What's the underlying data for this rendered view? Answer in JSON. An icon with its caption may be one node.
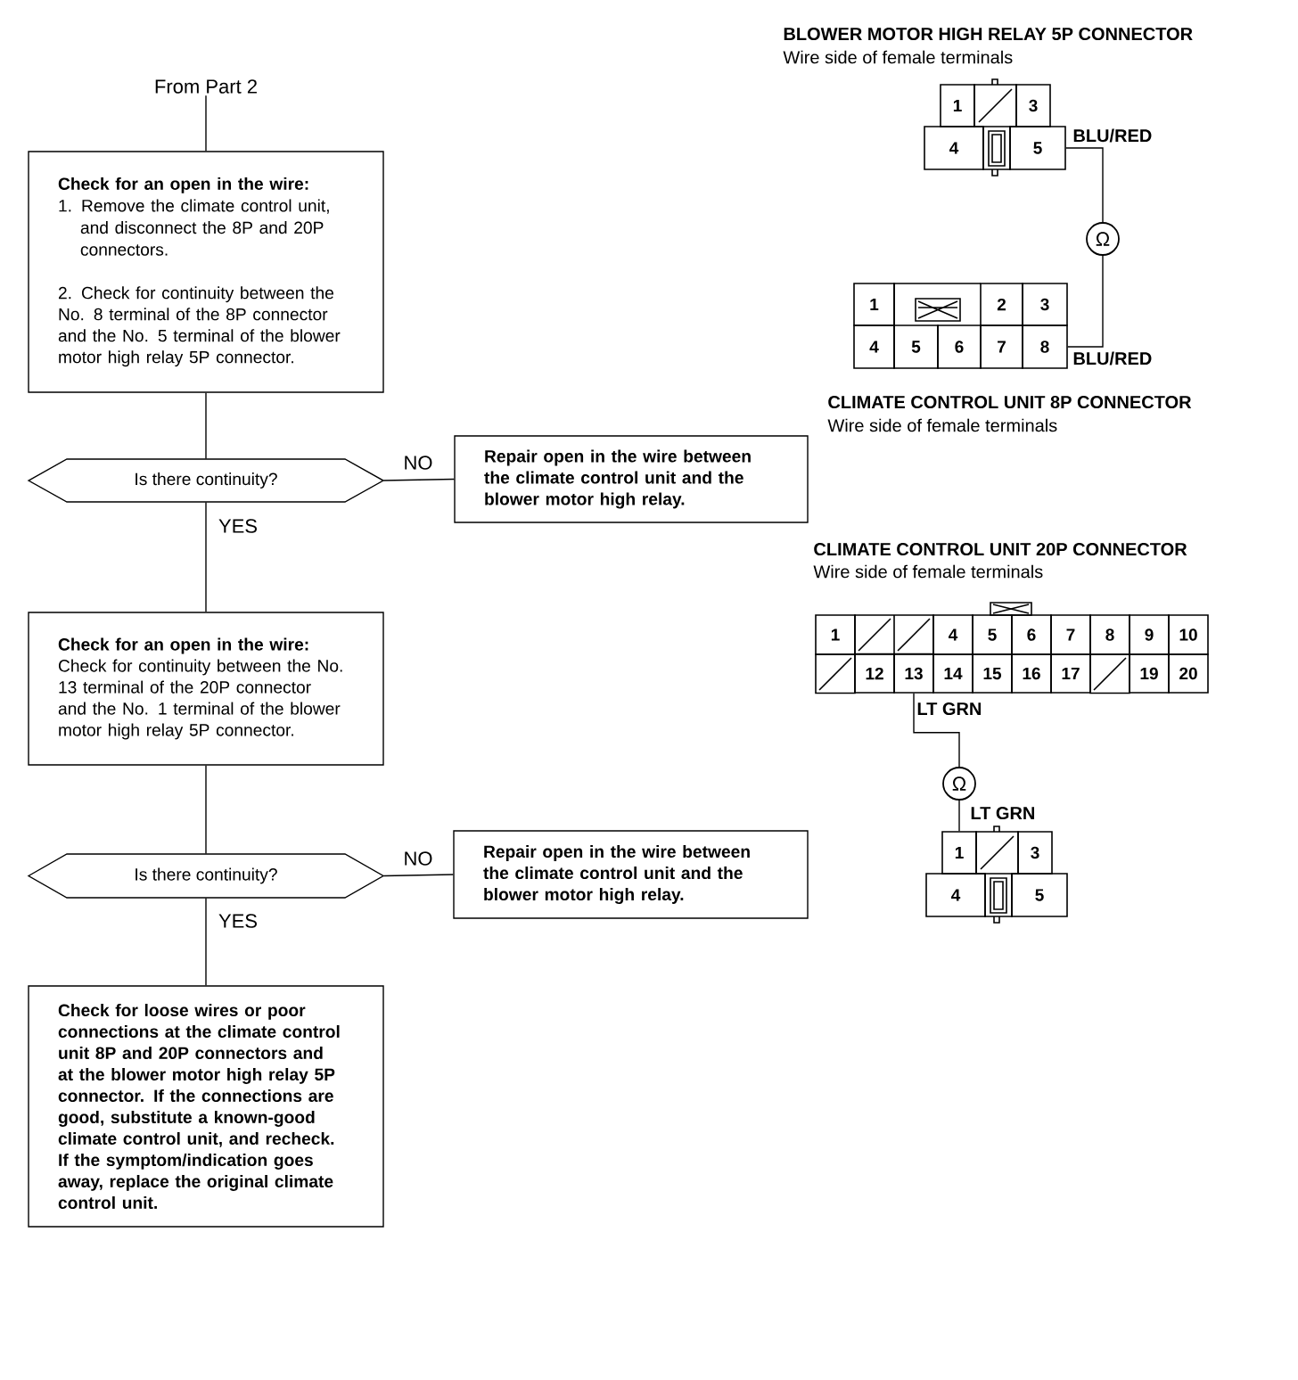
{
  "diagram": {
    "nodes": [
      {
        "text": [
          "From Part 2"
        ]
      },
      {
        "text": [
          "Check for an open in the wire:",
          "1. Remove the climate control unit, and disconnect the 8P and 20P connectors.",
          "2. Check for continuity between the No. 8 terminal of the 8P connector and the No. 5 terminal of the blower motor high relay 5P connector."
        ]
      },
      {
        "text": [
          "Is there continuity?"
        ]
      },
      {
        "text": [
          "Repair open in the wire between the climate control unit and the blower motor high relay."
        ]
      },
      {
        "text": [
          "Check for an open in the wire:",
          "Check for continuity between the No. 13 terminal of the 20P connector and the No. 1 terminal of the blower motor high relay 5P connector."
        ]
      },
      {
        "text": [
          "Is there continuity?"
        ]
      },
      {
        "text": [
          "Repair open in the wire between the climate control unit and the blower motor high relay."
        ]
      },
      {
        "text": [
          "Check for loose wires or poor connections at the climate control unit 8P and 20P connectors and at the blower motor high relay 5P connector. If the connections are good, substitute a known-good climate control unit, and recheck. If the symptom/indication goes away, replace the original climate control unit."
        ]
      },
      {
        "text": [
          "5"
        ]
      },
      {
        "text": [
          "Ω"
        ]
      },
      {
        "text": [
          "8"
        ]
      },
      {
        "text": [
          "13"
        ]
      },
      {
        "text": [
          "Ω"
        ]
      },
      {
        "text": [
          "1"
        ]
      }
    ],
    "edges": [
      {
        "from": 0,
        "to": 1,
        "arrow": "none"
      },
      {
        "from": 1,
        "to": 2,
        "arrow": "none"
      },
      {
        "from": 2,
        "to": 3,
        "arrow": "none",
        "label": "NO"
      },
      {
        "from": 2,
        "to": 4,
        "arrow": "none",
        "label": "YES"
      },
      {
        "from": 4,
        "to": 5,
        "arrow": "none"
      },
      {
        "from": 5,
        "to": 6,
        "arrow": "none",
        "label": "NO"
      },
      {
        "from": 5,
        "to": 7,
        "arrow": "none",
        "label": "YES"
      },
      {
        "from": 8,
        "to": 9,
        "arrow": "none"
      },
      {
        "from": 9,
        "to": 10,
        "arrow": "none"
      },
      {
        "from": 11,
        "to": 12,
        "arrow": "none"
      },
      {
        "from": 12,
        "to": 13,
        "arrow": "none"
      }
    ],
    "labels": [
      "BLOWER MOTOR HIGH RELAY 5P CONNECTOR",
      "Wire side of female terminals",
      "1",
      "3",
      "4",
      "BLU/RED",
      "1",
      "2",
      "3",
      "4",
      "5",
      "6",
      "7",
      "BLU/RED",
      "CLIMATE CONTROL UNIT 8P CONNECTOR",
      "Wire side of female terminals",
      "CLIMATE CONTROL UNIT 20P CONNECTOR",
      "Wire side of female terminals",
      "1",
      "4",
      "5",
      "6",
      "7",
      "8",
      "9",
      "10",
      "12",
      "14",
      "15",
      "16",
      "17",
      "19",
      "20",
      "LT GRN",
      "LT GRN",
      "3",
      "4",
      "5"
    ]
  }
}
